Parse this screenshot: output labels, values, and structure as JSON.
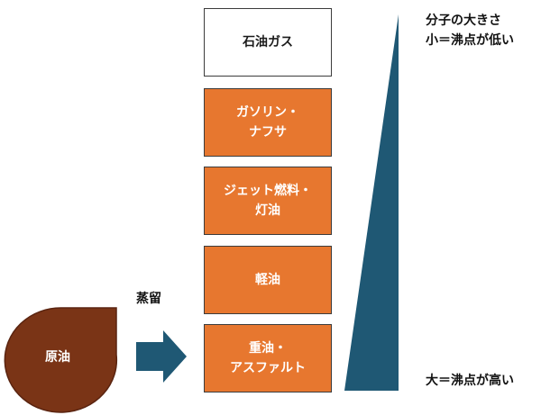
{
  "products": [
    {
      "label": "石油ガス",
      "style": "white"
    },
    {
      "label": "ガソリン・\nナフサ",
      "style": "orange"
    },
    {
      "label": "ジェット燃料・\n灯油",
      "style": "orange"
    },
    {
      "label": "軽油",
      "style": "orange"
    },
    {
      "label": "重油・\nアスファルト",
      "style": "orange"
    }
  ],
  "crude": {
    "label": "原油"
  },
  "process": {
    "label": "蒸留"
  },
  "scale": {
    "top_line1": "分子の大きさ",
    "top_line2": "小＝沸点が低い",
    "bottom": "大＝沸点が高い"
  },
  "colors": {
    "orange": "#e7772f",
    "crude_brown": "#7a3416",
    "arrow_teal": "#1f5874",
    "wedge_teal": "#1f5874"
  }
}
